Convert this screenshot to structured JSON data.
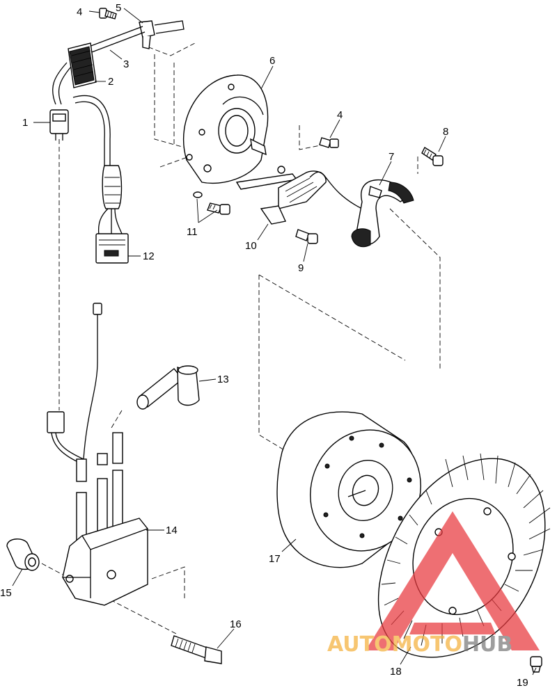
{
  "callouts": [
    {
      "id": "1",
      "label": "1"
    },
    {
      "id": "2",
      "label": "2"
    },
    {
      "id": "3",
      "label": "3"
    },
    {
      "id": "4a",
      "label": "4"
    },
    {
      "id": "5",
      "label": "5"
    },
    {
      "id": "6",
      "label": "6"
    },
    {
      "id": "4b",
      "label": "4"
    },
    {
      "id": "8",
      "label": "8"
    },
    {
      "id": "7",
      "label": "7"
    },
    {
      "id": "11",
      "label": "11"
    },
    {
      "id": "10",
      "label": "10"
    },
    {
      "id": "9",
      "label": "9"
    },
    {
      "id": "12",
      "label": "12"
    },
    {
      "id": "13",
      "label": "13"
    },
    {
      "id": "14",
      "label": "14"
    },
    {
      "id": "15",
      "label": "15"
    },
    {
      "id": "16",
      "label": "16"
    },
    {
      "id": "17",
      "label": "17"
    },
    {
      "id": "18",
      "label": "18"
    },
    {
      "id": "19",
      "label": "19"
    }
  ],
  "watermark": {
    "part1": "AUTO",
    "part2": "MOTO",
    "part3": "HUB",
    "color_orange": "#f5b13c",
    "color_red": "#e8383d",
    "color_gray": "#7a7a7a"
  }
}
